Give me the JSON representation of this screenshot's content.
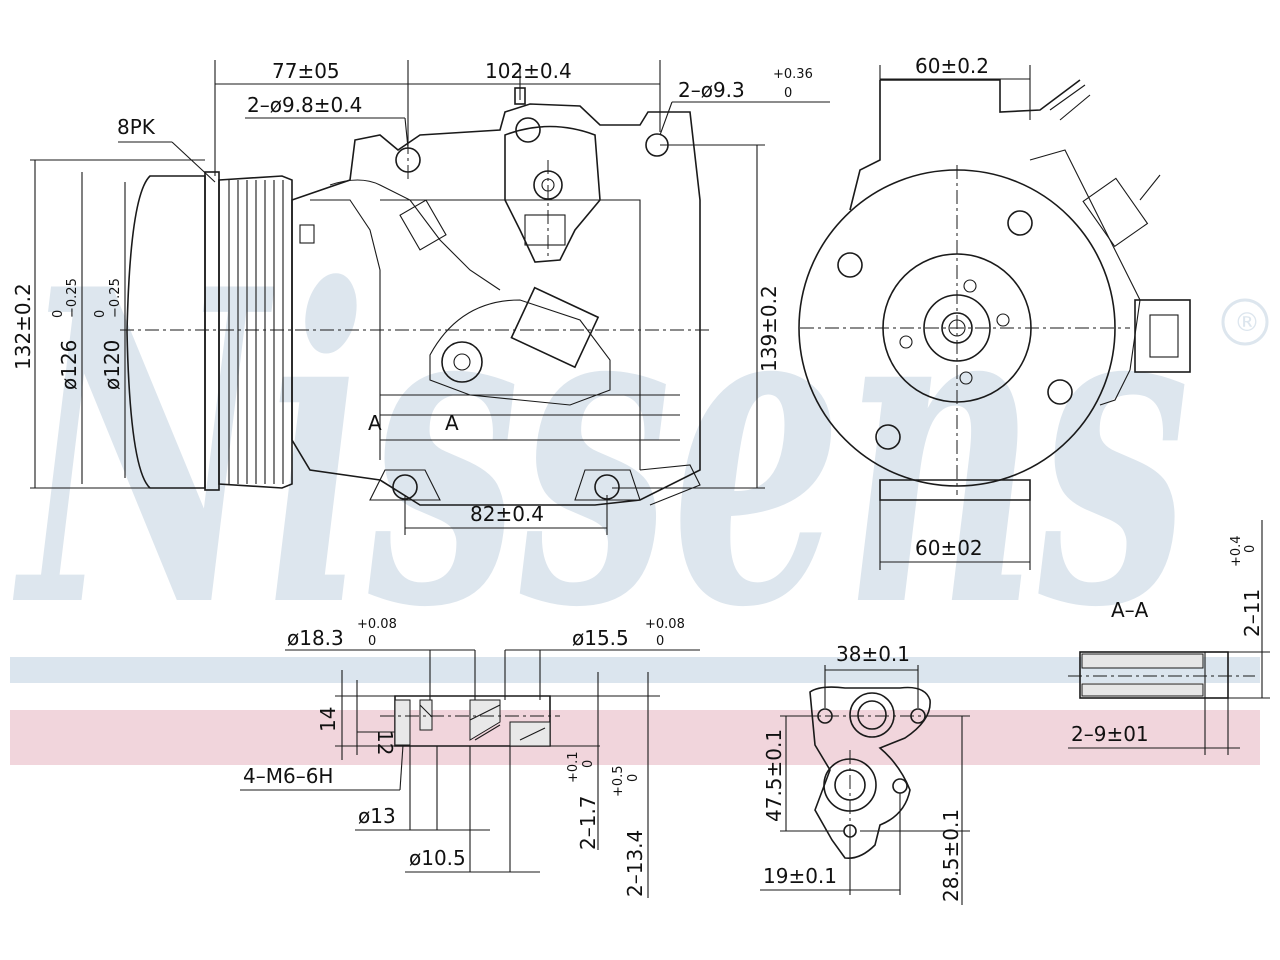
{
  "brand": {
    "watermark": "Nissens",
    "mark": "®",
    "watermark_color": "#dde6ee",
    "band_blue": "#dbe5ee",
    "band_red": "#f1d5dc"
  },
  "front_view": {
    "dim_77": "77±05",
    "dim_102": "102±0.4",
    "dim_holes_top_left": "2–ø9.8±0.4",
    "dim_holes_top_right_base": "2–ø9.3",
    "dim_holes_top_right_tol_upper": "+0.36",
    "dim_holes_top_right_tol_lower": "0",
    "belt": "8PK",
    "dim_132": "132±0.2",
    "dim_126_base": "ø126",
    "dim_126_tol_upper": "0",
    "dim_126_tol_lower": "−0.25",
    "dim_120_base": "ø120",
    "dim_120_tol_upper": "0",
    "dim_120_tol_lower": "−0.25",
    "dim_139": "139±0.2",
    "dim_82": "82±0.4",
    "section_mark": "A"
  },
  "side_view": {
    "dim_60_top": "60±0.2",
    "dim_60_bottom": "60±02"
  },
  "fitting_section": {
    "dim_18_base": "ø18.3",
    "dim_18_tol_upper": "+0.08",
    "dim_18_tol_lower": "0",
    "dim_15_base": "ø15.5",
    "dim_15_tol_upper": "+0.08",
    "dim_15_tol_lower": "0",
    "dim_14": "14",
    "dim_12": "12",
    "thread": "4–M6–6H",
    "dim_13": "ø13",
    "dim_10": "ø10.5",
    "dim_1_7_base": "2–1.7",
    "dim_1_7_tol_upper": "+0.1",
    "dim_1_7_tol_lower": "0",
    "dim_13_4_base": "2–13.4",
    "dim_13_4_tol_upper": "+0.5",
    "dim_13_4_tol_lower": "0"
  },
  "flange_view": {
    "dim_38": "38±0.1",
    "dim_47_5": "47.5±0.1",
    "dim_19": "19±0.1",
    "dim_28_5": "28.5±0.1"
  },
  "section_aa": {
    "title": "A–A",
    "dim_11_base": "2–11",
    "dim_11_tol_upper": "+0.4",
    "dim_11_tol_lower": "0",
    "dim_9": "2–9±01"
  }
}
